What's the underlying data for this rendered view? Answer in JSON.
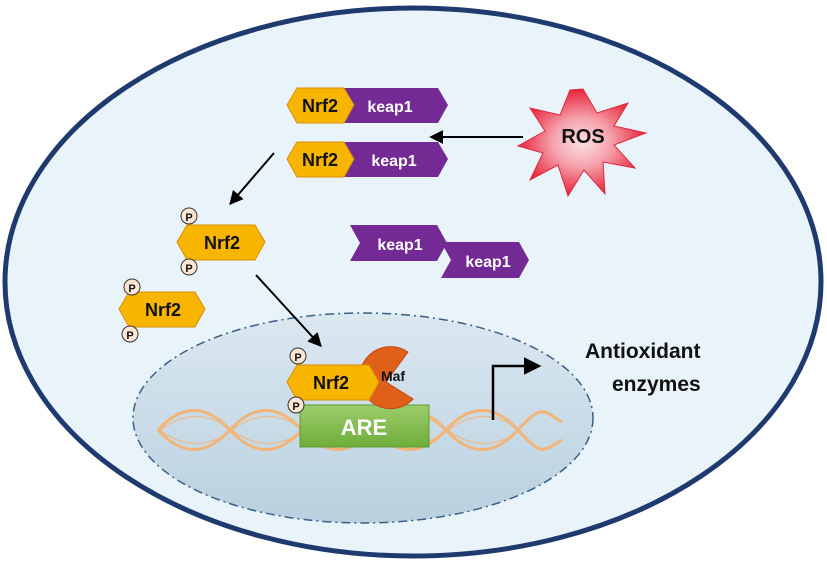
{
  "colors": {
    "cell_fill": "#e9f3fa",
    "cell_stroke": "#1f3a6e",
    "nucleus_fill": "#c8dce8",
    "nucleus_stroke": "#3b5f86",
    "nrf2_fill": "#f7b500",
    "nrf2_stroke": "#d79000",
    "keap1_fill": "#742a94",
    "maf_fill": "#e0601a",
    "are_fill": "#7fc04a",
    "dna_color": "#f2b477",
    "ros_outer": "#e83a4a",
    "ros_inner": "#f7c2c8",
    "phospho_fill": "#fde6d2",
    "arrow": "#000000"
  },
  "labels": {
    "nrf2": "Nrf2",
    "keap1": "keap1",
    "ros": "ROS",
    "phospho": "P",
    "maf": "Maf",
    "are": "ARE",
    "output_line1": "Antioxidant",
    "output_line2": "enzymes"
  },
  "icons": {
    "ros": "starburst-icon",
    "phospho": "phosphate-circle-icon",
    "maf": "pacman-icon",
    "transcription": "bent-arrow-icon"
  }
}
